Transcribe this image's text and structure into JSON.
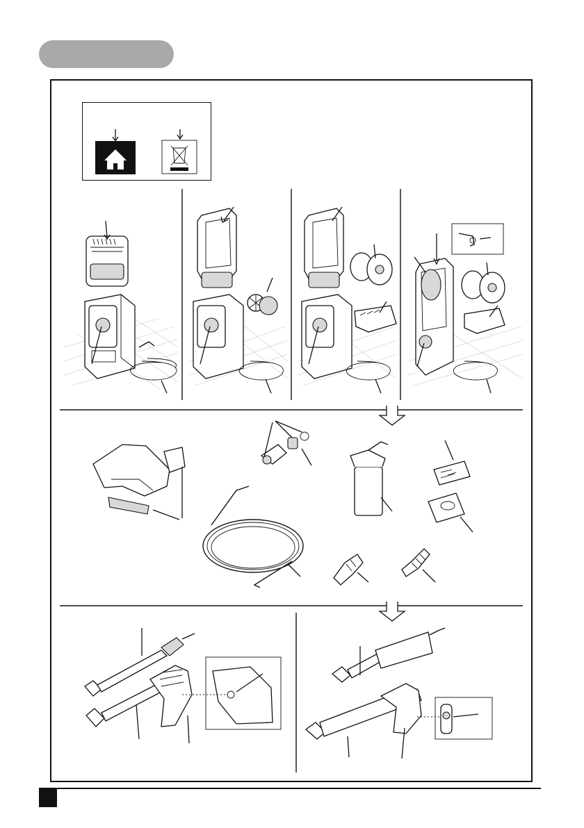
{
  "document": {
    "type": "parts-overview-illustration",
    "colors": {
      "pill": "#a9a9a9",
      "ink": "#111111",
      "paper": "#ffffff"
    },
    "symbols": [
      "indoor-use-icon",
      "weee-crossed-bin-icon"
    ],
    "variant_panels": 4,
    "accessory_items": 8,
    "lance_sets": 2
  }
}
